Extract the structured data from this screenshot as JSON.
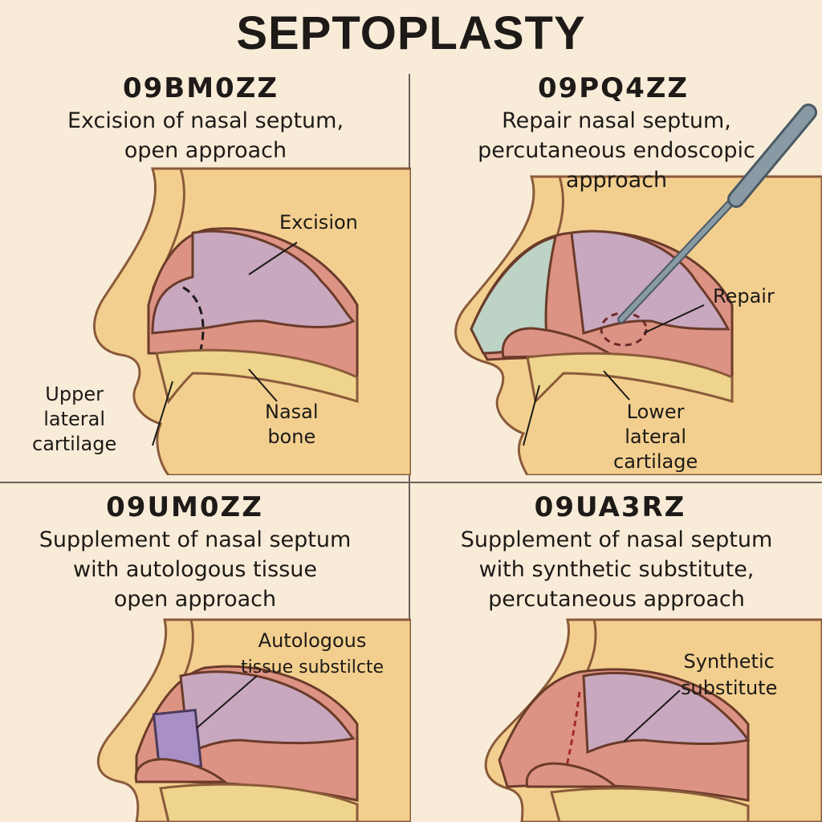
{
  "title": "SEPTOPLASTY",
  "panels": [
    {
      "code": "09BM0ZZ",
      "desc": [
        "Excision of nasal septum,",
        "open approach"
      ],
      "labels": {
        "main": "Excision",
        "left": [
          "Upper",
          "lateral",
          "cartilage"
        ],
        "right": [
          "Nasal",
          "bone"
        ]
      }
    },
    {
      "code": "09PQ4ZZ",
      "desc": [
        "Repair nasal septum,",
        "percutaneous endoscopic",
        "approach"
      ],
      "labels": {
        "main": "Repair",
        "right": [
          "Lower",
          "lateral",
          "cartilage"
        ]
      }
    },
    {
      "code": "09UM0ZZ",
      "desc": [
        "Supplement of nasal septum",
        "with autologous tissue",
        "open approach"
      ],
      "labels": {
        "main": [
          "Autologous",
          "tissue substilcte"
        ]
      }
    },
    {
      "code": "09UA3RZ",
      "desc": [
        "Supplement of nasal septum",
        "with synthetic substitute,",
        "percutaneous approach"
      ],
      "labels": {
        "main": [
          "Synthetic",
          "substitute"
        ]
      }
    }
  ],
  "colors": {
    "background": "#f8ecd9",
    "skin": "#f3cf8f",
    "mucosa": "#dd9383",
    "septum": "#c8a8bf",
    "bone": "#eed48c",
    "outline": "#8a5a3a",
    "gray_green": "#bcd3c6",
    "instrument": "#8a9aa4"
  }
}
